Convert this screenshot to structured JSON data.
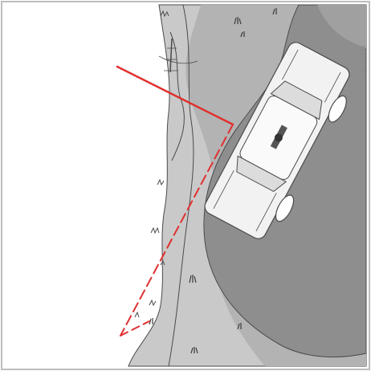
{
  "figure": {
    "code": "5190-1187",
    "colors": {
      "sky": "#ffffff",
      "landscape": "#c9c9c9",
      "hill_shadow": "#a9a9a9",
      "road_dark": "#8c8c8c",
      "road_light": "#bdbdbd",
      "outline": "#4a4a4a",
      "beam": "#e03030",
      "car_body": "#f2f2f2",
      "frame": "#bdbdbd"
    },
    "icons": [
      "car",
      "radio-mast",
      "grass-tufts",
      "signal-path"
    ]
  }
}
